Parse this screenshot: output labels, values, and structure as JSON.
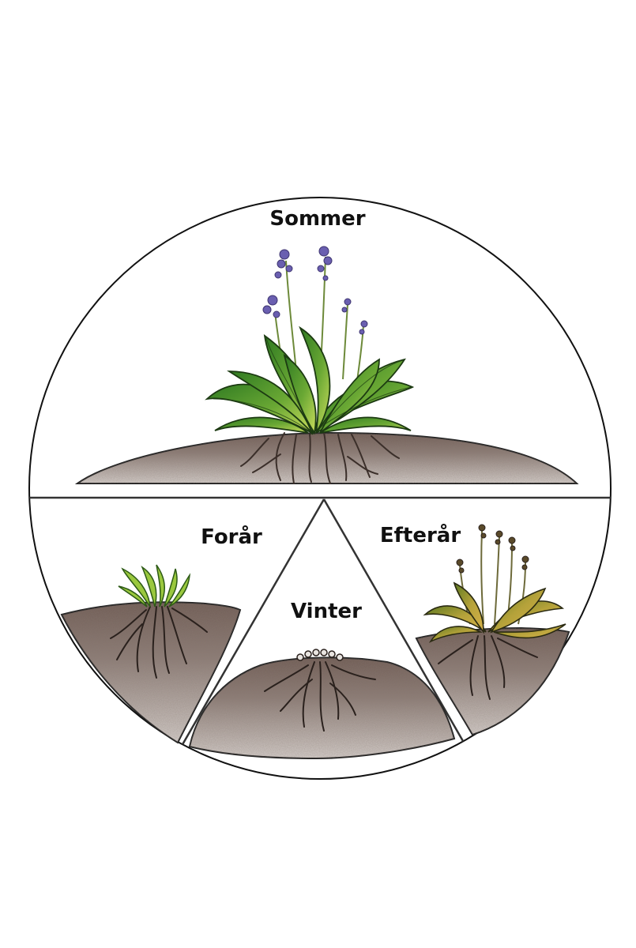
{
  "seasons": {
    "summer": "Sommer",
    "spring": "Forår",
    "winter": "Vinter",
    "autumn": "Efterår"
  },
  "colors": {
    "soil": "#8a7a72",
    "soil_dark": "#5b4a42",
    "leaf": "#4e8f2e",
    "leaf_light": "#b8d45a",
    "leaf_autumn": "#a8a83a",
    "flower": "#6a5fb0",
    "root": "#3b2f2a",
    "outline": "#111111"
  }
}
